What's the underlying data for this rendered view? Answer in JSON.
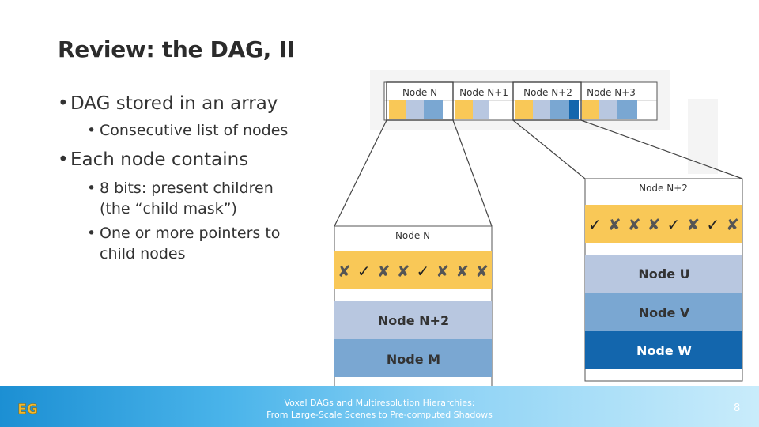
{
  "title": "Review: the DAG, II",
  "bullets": {
    "b1": "DAG stored in an array",
    "b1_sub": "Consecutive list of nodes",
    "b2": "Each node contains",
    "b2_sub1_line1": "8 bits: present children",
    "b2_sub1_line2": "(the “child mask”)",
    "b2_sub2_line1": "One or more pointers to",
    "b2_sub2_line2": "child nodes"
  },
  "array": {
    "labels": [
      "Node N",
      "Node N+1",
      "Node N+2",
      "Node N+3"
    ]
  },
  "left_node": {
    "title": "Node N",
    "mask": [
      "✘",
      "✓",
      "✘",
      "✘",
      "✓",
      "✘",
      "✘",
      "✘"
    ],
    "pointers": [
      "Node N+2",
      "Node M"
    ]
  },
  "right_node": {
    "title": "Node N+2",
    "mask": [
      "✓",
      "✘",
      "✘",
      "✘",
      "✓",
      "✘",
      "✓",
      "✘"
    ],
    "pointers": [
      "Node U",
      "Node V",
      "Node W"
    ]
  },
  "colors": {
    "yellow": "#f9c857",
    "light_blue": "#b8c7e0",
    "mid_blue": "#7aa7d2",
    "dark_blue": "#1366ad"
  },
  "footer": {
    "line1": "Voxel DAGs and Multiresolution Hierarchies:",
    "line2": "From Large-Scale Scenes to Pre-computed Shadows",
    "page": "8",
    "logo": "EG"
  }
}
